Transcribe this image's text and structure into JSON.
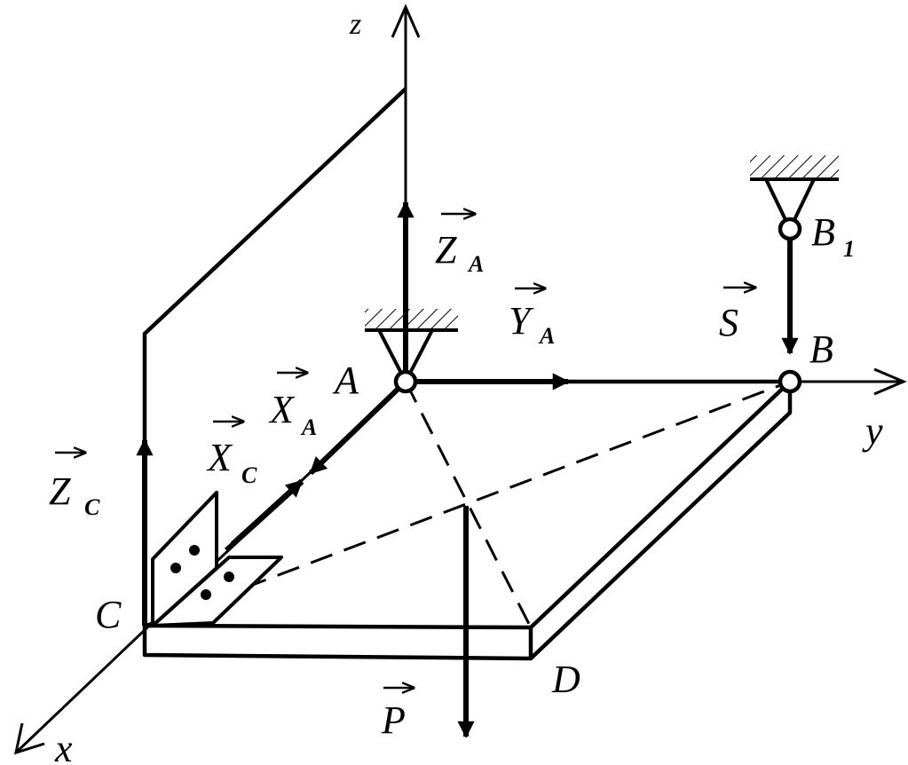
{
  "axes": {
    "x": "x",
    "y": "y",
    "z": "z"
  },
  "points": {
    "A": "A",
    "B": "B",
    "B1_main": "B",
    "B1_sub": "1",
    "C": "C",
    "D": "D"
  },
  "forces": {
    "ZA": {
      "main": "Z",
      "sub": "A"
    },
    "YA": {
      "main": "Y",
      "sub": "A"
    },
    "XA": {
      "main": "X",
      "sub": "A"
    },
    "XC": {
      "main": "X",
      "sub": "C"
    },
    "ZC": {
      "main": "Z",
      "sub": "C"
    },
    "S": {
      "main": "S"
    },
    "P": {
      "main": "P"
    }
  },
  "colors": {
    "ink": "#000000",
    "background": "#ffffff"
  }
}
